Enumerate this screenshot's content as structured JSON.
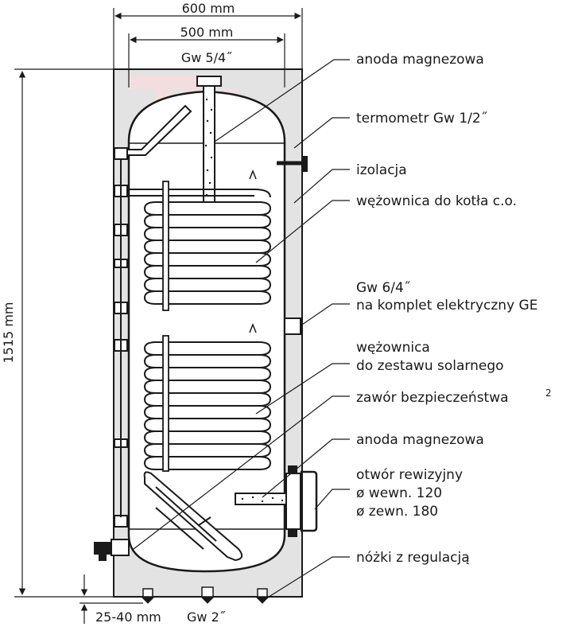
{
  "dimensions": {
    "outer_width": "600 mm",
    "inner_width": "500 mm",
    "top_connection": "Gw 5/4˝",
    "height": "1515 mm",
    "feet_adjust": "25-40 mm",
    "bottom_connection": "Gw 2˝"
  },
  "labels": {
    "anode_top": "anoda magnezowa",
    "thermometer": "termometr Gw 1/2˝",
    "insulation": "izolacja",
    "coil_boiler": "wężownica do kotła c.o.",
    "heater_line1": "Gw 6/4˝",
    "heater_line2": "na komplet elektryczny GE",
    "coil_solar_line1": "wężownica",
    "coil_solar_line2": "do zestawu solarnego",
    "safety_valve": "zawór bezpieczeństwa",
    "safety_valve_note": "2",
    "anode_bottom": "anoda magnezowa",
    "inspection_line1": "otwór rewizyjny",
    "inspection_line2": "ø wewn. 120",
    "inspection_line3": "ø zewn. 180",
    "feet": "nóżki z regulacją"
  },
  "colors": {
    "line": "#1a1a1a",
    "insulation": "#e3e3e3",
    "tank": "#ffffff",
    "watermark": "#f2dede"
  }
}
